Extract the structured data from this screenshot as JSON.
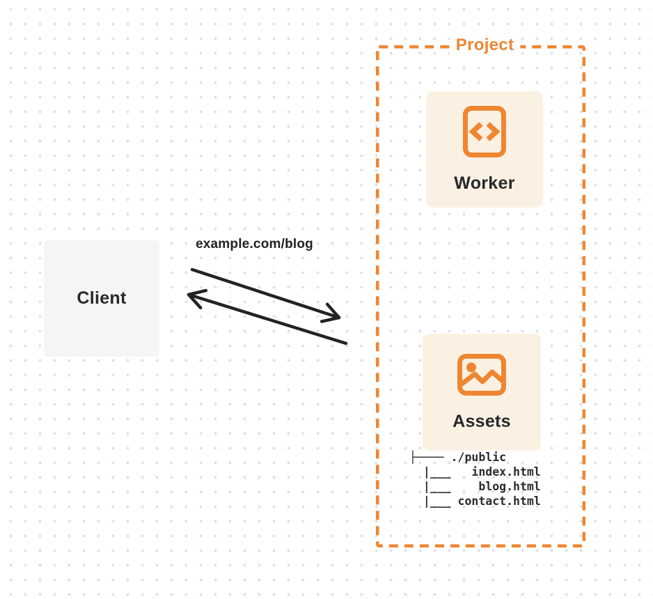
{
  "colors": {
    "orange": "#ee8632",
    "card_bg": "#fbf1e2",
    "client_bg": "#f5f5f6",
    "text_dark": "#26282b",
    "arrow": "#222326",
    "dot_grid": "#e0e0e3",
    "canvas_bg": "#ffffff"
  },
  "client": {
    "label": "Client"
  },
  "request": {
    "label": "example.com/blog"
  },
  "project": {
    "label": "Project"
  },
  "worker": {
    "label": "Worker",
    "icon": "code-document-icon"
  },
  "assets": {
    "label": "Assets",
    "icon": "image-icon"
  },
  "file_tree": {
    "lines": [
      "├──── ./public",
      "  |___   index.html",
      "  |___    blog.html",
      "  |___ contact.html"
    ]
  }
}
